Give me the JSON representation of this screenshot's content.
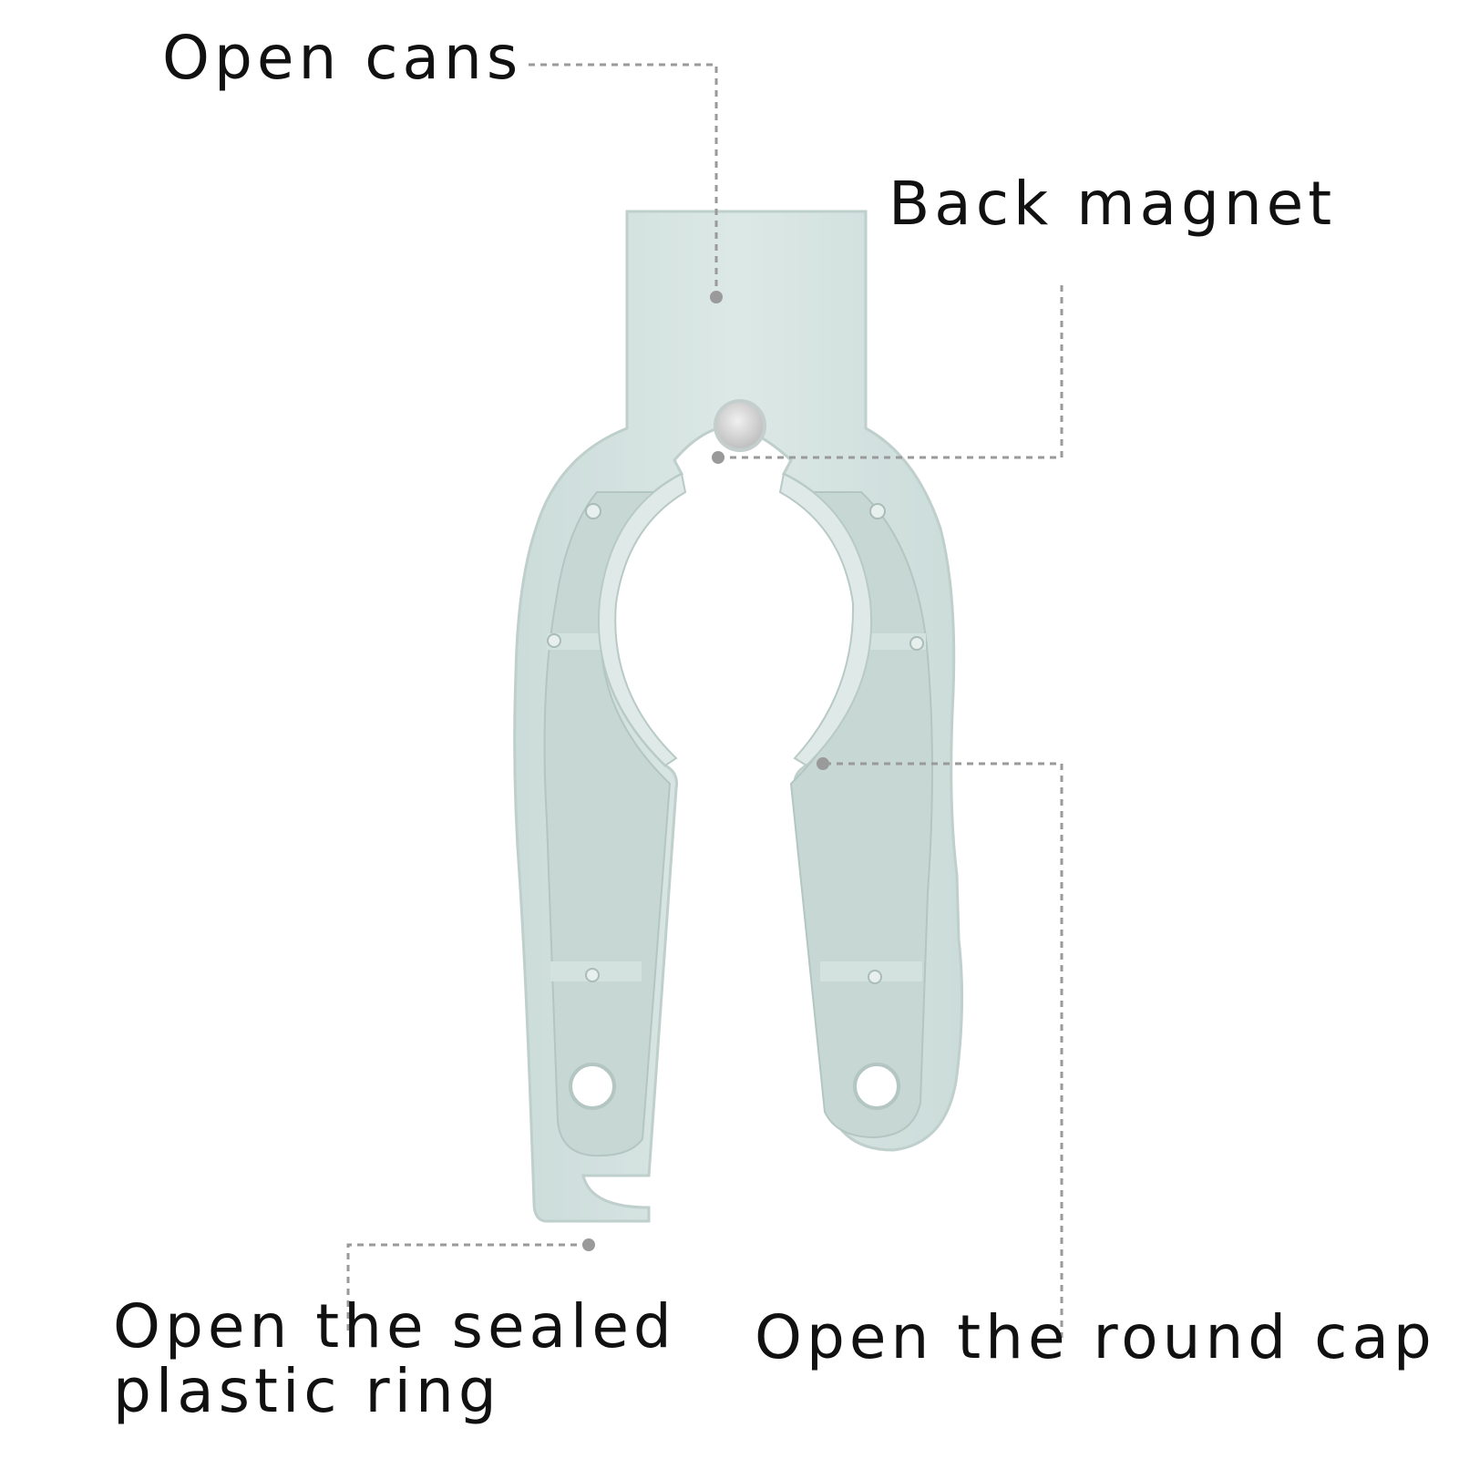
{
  "labels": {
    "open_cans": "Open cans",
    "back_magnet": "Back magnet",
    "sealed_ring_line1": "Open the sealed",
    "sealed_ring_line2": "plastic ring",
    "round_cap": "Open the round cap"
  },
  "colors": {
    "opener_body": "#d6e4e2",
    "opener_shadow": "#b7cac7",
    "opener_highlight": "#e6efed",
    "magnet": "#d9d9d9",
    "leader_line": "#9a9a9a",
    "text": "#111111",
    "background": "#ffffff"
  },
  "icons": {
    "product": "multi-function-bottle-opener",
    "magnet": "round-magnet-icon"
  }
}
